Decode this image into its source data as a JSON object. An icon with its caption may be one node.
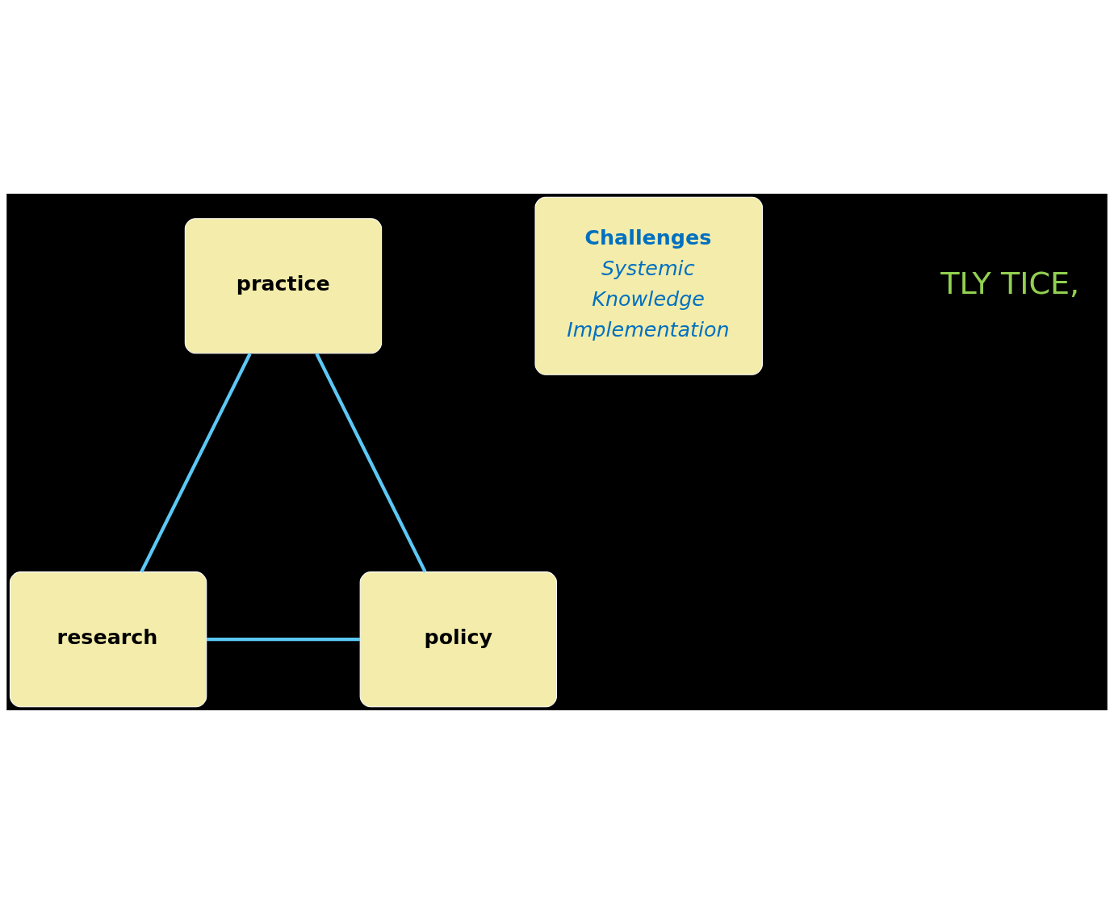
{
  "diagram": {
    "nodes": [
      {
        "text": [
          "practice"
        ]
      },
      {
        "text": [
          "Challenges",
          "Systemic",
          "Knowledge",
          "Implementation"
        ]
      },
      {
        "text": [
          "research"
        ]
      },
      {
        "text": [
          "policy"
        ]
      }
    ],
    "edges": [
      {
        "from": 0,
        "to": 2,
        "arrow": "none"
      },
      {
        "from": 0,
        "to": 3,
        "arrow": "none"
      },
      {
        "from": 2,
        "to": 3,
        "arrow": "none"
      }
    ],
    "labels": [
      "TLY TICE,"
    ]
  }
}
